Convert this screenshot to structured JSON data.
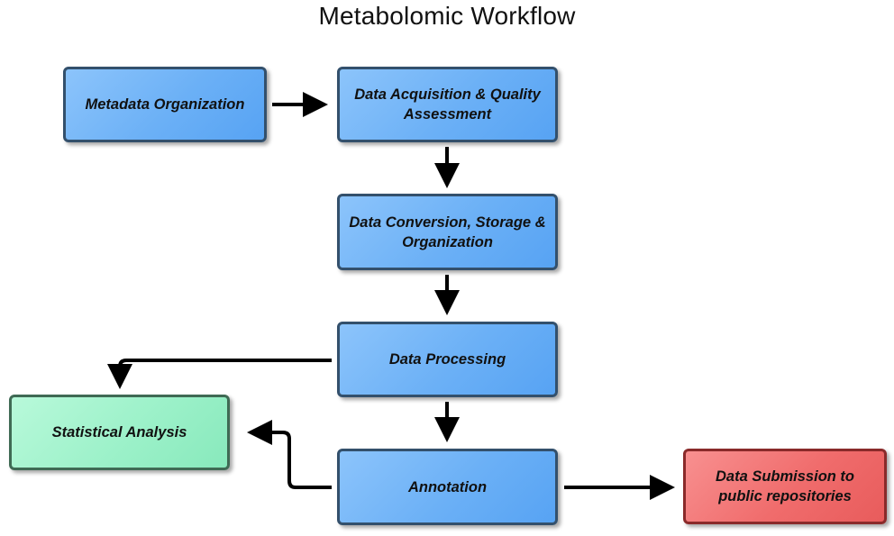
{
  "diagram": {
    "title": "Metabolomic Workflow",
    "nodes": {
      "metadata": "Metadata Organization",
      "acquisition": "Data Acquisition & Quality Assessment",
      "conversion": "Data Conversion, Storage & Organization",
      "processing": "Data Processing",
      "statistical": "Statistical Analysis",
      "annotation": "Annotation",
      "submission": "Data Submission to public repositories"
    },
    "colors": {
      "process_box": "#6bb0f6",
      "analysis_box": "#9cf1c9",
      "output_box": "#f06c6c",
      "arrow": "#000000"
    }
  }
}
